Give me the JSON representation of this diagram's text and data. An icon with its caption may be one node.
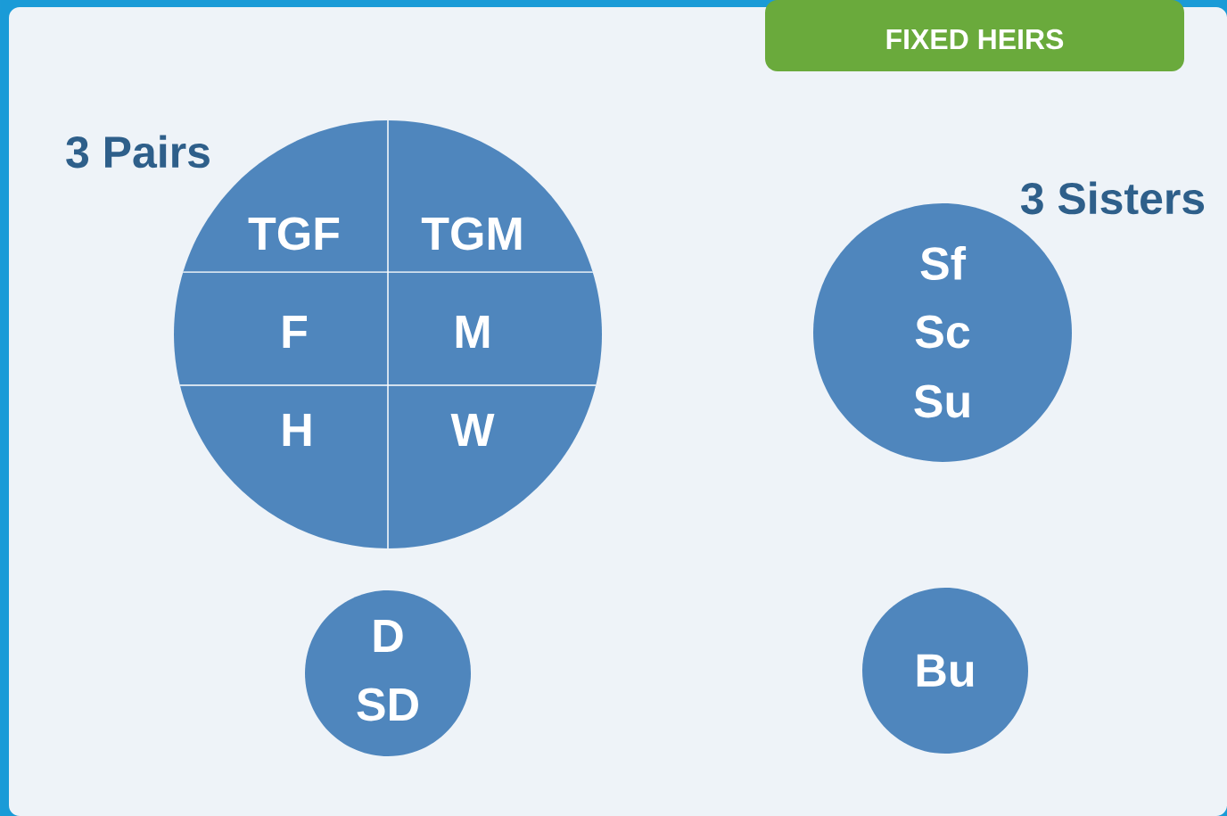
{
  "diagram": {
    "nodes": [
      {
        "text": [
          "FIXED HEIRS"
        ]
      },
      {
        "text": [
          "3 Pairs"
        ]
      },
      {
        "text": [
          "TGF"
        ],
        "in": 1
      },
      {
        "text": [
          "TGM"
        ],
        "in": 1
      },
      {
        "text": [
          "F"
        ],
        "in": 1
      },
      {
        "text": [
          "M"
        ],
        "in": 1
      },
      {
        "text": [
          "H"
        ],
        "in": 1
      },
      {
        "text": [
          "W"
        ],
        "in": 1
      },
      {
        "text": [
          "3 Sisters",
          "Sf",
          "Sc",
          "Su"
        ]
      },
      {
        "text": [
          "D",
          "SD"
        ]
      },
      {
        "text": [
          "Bu"
        ]
      }
    ]
  }
}
